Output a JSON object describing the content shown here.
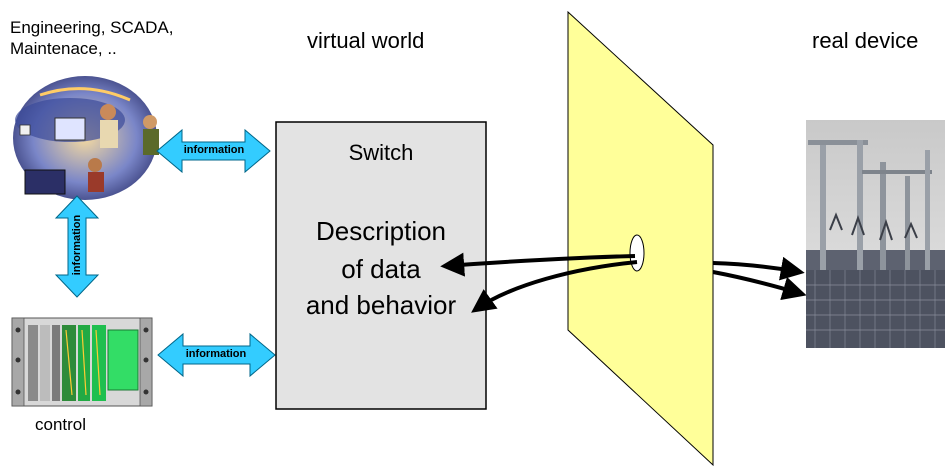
{
  "labels": {
    "engineering_line1": "Engineering, SCADA,",
    "engineering_line2": "Maintenace, ..",
    "virtual_world": "virtual world",
    "real_device": "real device",
    "control": "control"
  },
  "switch_box": {
    "title": "Switch",
    "line1": "Description",
    "line2": "of data",
    "line3": "and behavior"
  },
  "arrows": {
    "top_horizontal": "information",
    "vertical": "information",
    "bottom_horizontal": "information"
  },
  "colors": {
    "arrow_fill": "#33ccff",
    "switch_box_fill": "#e3e3e3",
    "plane_fill": "#ffff99"
  },
  "icons": {
    "engineering": "engineering-people-illustration",
    "control": "control-rack-illustration",
    "substation": "substation-photo"
  }
}
